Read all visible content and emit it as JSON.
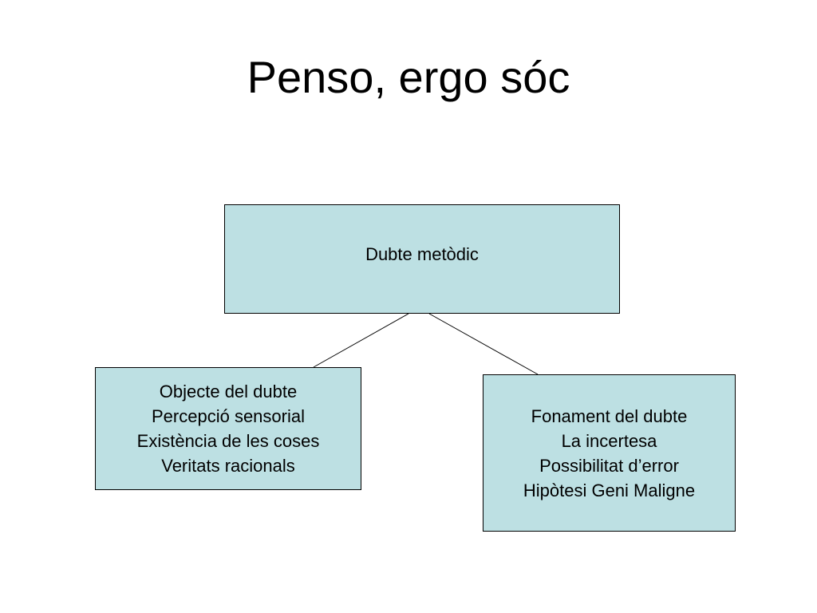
{
  "title": "Penso, ergo sóc",
  "colors": {
    "box_fill": "#bde0e3",
    "box_border": "#000000",
    "line": "#000000"
  },
  "root": {
    "text": "Dubte metòdic"
  },
  "left": {
    "lines": [
      "Objecte del dubte",
      "Percepció sensorial",
      "Existència de les coses",
      "Veritats racionals"
    ]
  },
  "right": {
    "lines": [
      "Fonament del dubte",
      "La incertesa",
      "Possibilitat d’error",
      "Hipòtesi Geni Maligne"
    ]
  }
}
